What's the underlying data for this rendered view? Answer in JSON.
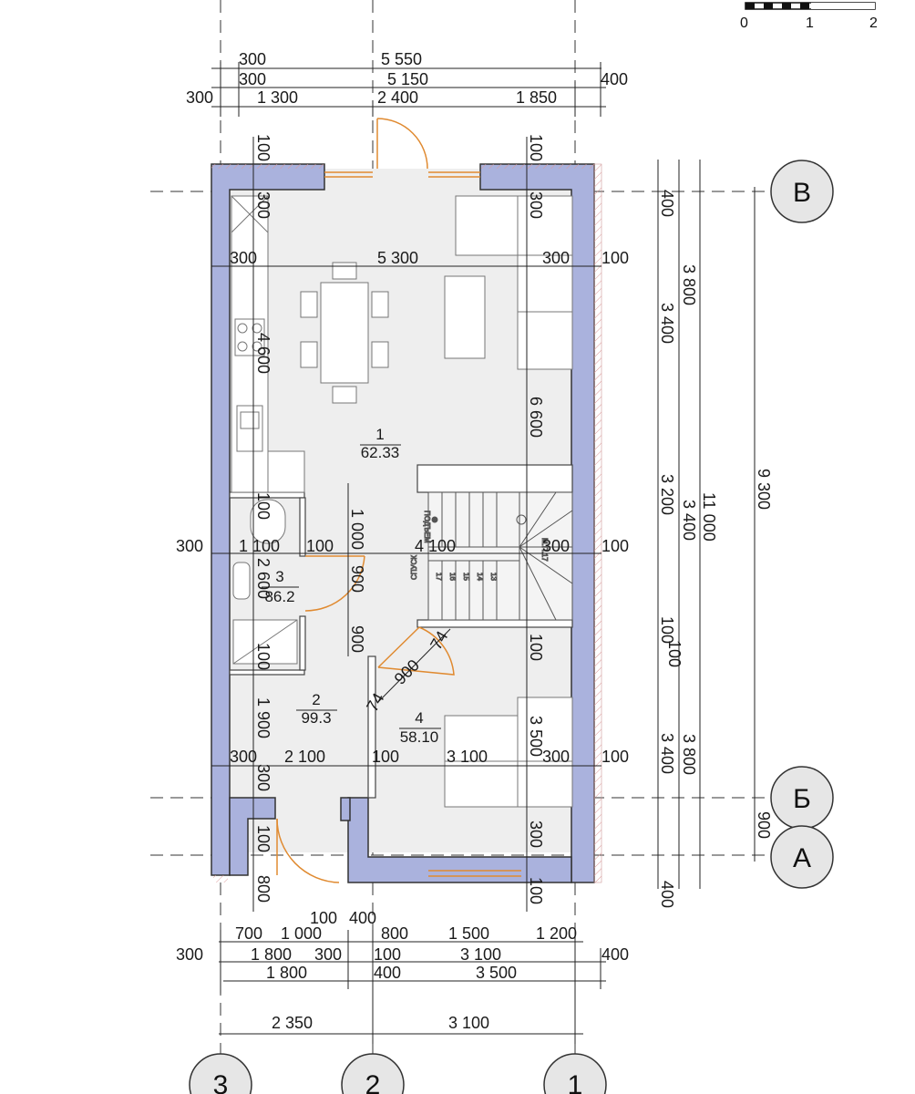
{
  "colors": {
    "wall": "#aab2dd",
    "wall_stroke": "#333333",
    "floor": "#eeeeee",
    "door_swing": "#e08a30",
    "window": "#e08a30",
    "dim_line": "#222222",
    "axis_line": "#333333"
  },
  "scale_bar": {
    "labels": [
      "0",
      "1",
      "2"
    ]
  },
  "axes": {
    "rows": [
      "В",
      "Б",
      "А"
    ],
    "columns": [
      "3",
      "2",
      "1"
    ]
  },
  "top_dims": {
    "row1": [
      "300",
      "5 550"
    ],
    "row2": [
      "300",
      "5 150",
      "400"
    ],
    "row3": [
      "300",
      "1 300",
      "2 400",
      "1 850"
    ]
  },
  "bottom_dims": {
    "row0": [
      "100",
      "400"
    ],
    "row1": [
      "700",
      "1 000",
      "800",
      "1 500",
      "1 200"
    ],
    "row2": [
      "300",
      "1 800",
      "300",
      "100",
      "3 100",
      "400"
    ],
    "row3": [
      "1 800",
      "400",
      "3 500"
    ],
    "row4": [
      "2 350",
      "3 100"
    ]
  },
  "right_dims": {
    "col1": [
      "400",
      "3 400",
      "3 200",
      "100",
      "3 400",
      "400"
    ],
    "col2": [
      "3 800",
      "3 400",
      "100",
      "3 800"
    ],
    "col3": [
      "11 000"
    ],
    "col4": [
      "9 300",
      "900"
    ]
  },
  "interior_dims": {
    "top_walls": [
      "100",
      "100",
      "300",
      "300"
    ],
    "row_5300": [
      "300",
      "5 300",
      "300",
      "100"
    ],
    "row_4100": [
      "300",
      "1 100",
      "100",
      "4 100",
      "300",
      "100"
    ],
    "row_3100": [
      "300",
      "2 100",
      "100",
      "3 100",
      "300",
      "100"
    ],
    "vertical_left": [
      "4 600",
      "100",
      "2 600",
      "100",
      "1 900",
      "300",
      "100",
      "800"
    ],
    "vertical_mid": [
      "1 000",
      "900",
      "900"
    ],
    "vertical_right": [
      "6 600",
      "100",
      "3 500",
      "300",
      "100"
    ],
    "door_diag": [
      "74",
      "900",
      "74"
    ]
  },
  "rooms": [
    {
      "number": "1",
      "area": "62.33"
    },
    {
      "number": "2",
      "area": "99.3"
    },
    {
      "number": "3",
      "area": "86.2"
    },
    {
      "number": "4",
      "area": "58.10"
    }
  ],
  "stairs": {
    "up_label": "ПОДЪЕМ",
    "down_label": "СПУСК",
    "steps": [
      "17",
      "16",
      "15",
      "14",
      "13"
    ],
    "note": "М.П.17"
  }
}
